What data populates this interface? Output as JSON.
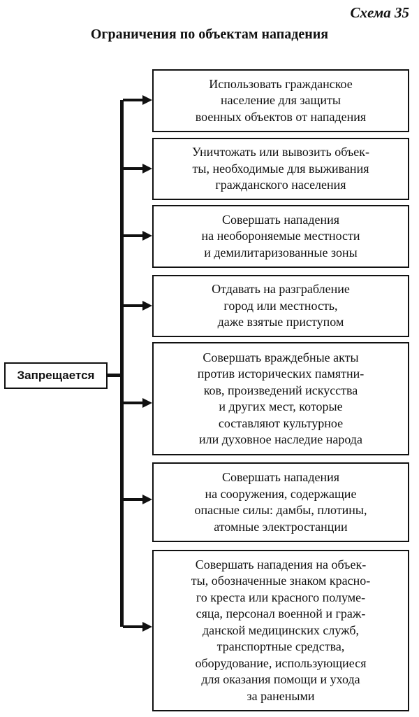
{
  "header": {
    "schema_label": "Схема 35",
    "title": "Ограничения по объектам нападения"
  },
  "root": {
    "label": "Запрещается"
  },
  "items": [
    {
      "text": "Использовать гражданское\nнаселение для защиты\nвоенных объектов от нападения"
    },
    {
      "text": "Уничтожать или вывозить объек-\nты, необходимые для выживания\nгражданского населения"
    },
    {
      "text": "Совершать нападения\nна необороняемые местности\nи демилитаризованные зоны"
    },
    {
      "text": "Отдавать на разграбление\nгород или местность,\nдаже взятые приступом"
    },
    {
      "text": "Совершать враждебные акты\nпротив исторических памятни-\nков, произведений искусства\nи других мест, которые\nсоставляют культурное\nили духовное наследие народа"
    },
    {
      "text": "Совершать нападения\nна сооружения, содержащие\nопасные силы: дамбы, плотины,\nатомные электростанции"
    },
    {
      "text": "Совершать нападения на объек-\nты, обозначенные знаком красно-\nго креста или красного полуме-\nсяца, персонал военной и граж-\nданской медицинских служб,\nтранспортные средства,\nоборудование, использующиеся\nдля оказания помощи и ухода\nза ранеными"
    }
  ]
}
